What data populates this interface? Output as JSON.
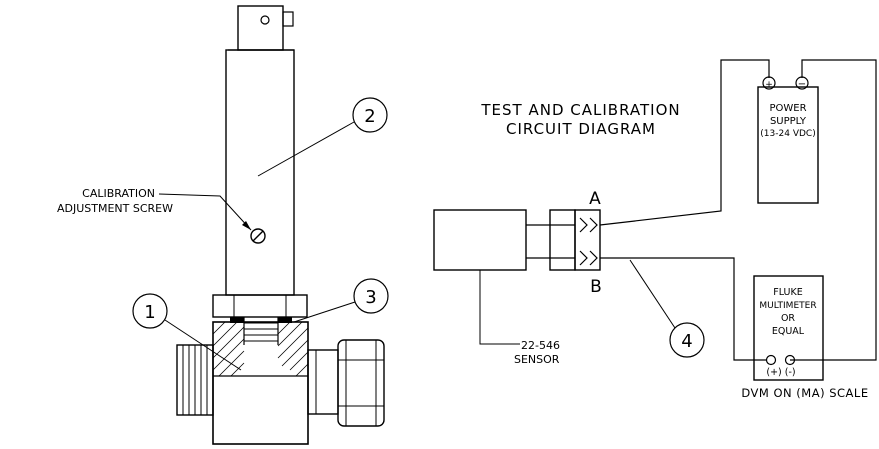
{
  "labels": {
    "calibration_line1": "CALIBRATION",
    "calibration_line2": "ADJUSTMENT SCREW",
    "title_line1": "TEST AND CALIBRATION",
    "title_line2": "CIRCUIT DIAGRAM",
    "power_line1": "POWER",
    "power_line2": "SUPPLY",
    "power_line3": "(13-24 VDC)",
    "fluke_line1": "FLUKE",
    "fluke_line2": "MULTIMETER",
    "fluke_line3": "OR",
    "fluke_line4": "EQUAL",
    "fluke_terminals": "(+) (-)",
    "dvm_scale": "DVM ON (MA) SCALE",
    "sensor_line1": "22-546",
    "sensor_line2": "SENSOR",
    "terminal_a": "A",
    "terminal_b": "B",
    "plus_sign": "+",
    "minus_sign": "−"
  },
  "callouts": [
    "1",
    "2",
    "3",
    "4"
  ]
}
